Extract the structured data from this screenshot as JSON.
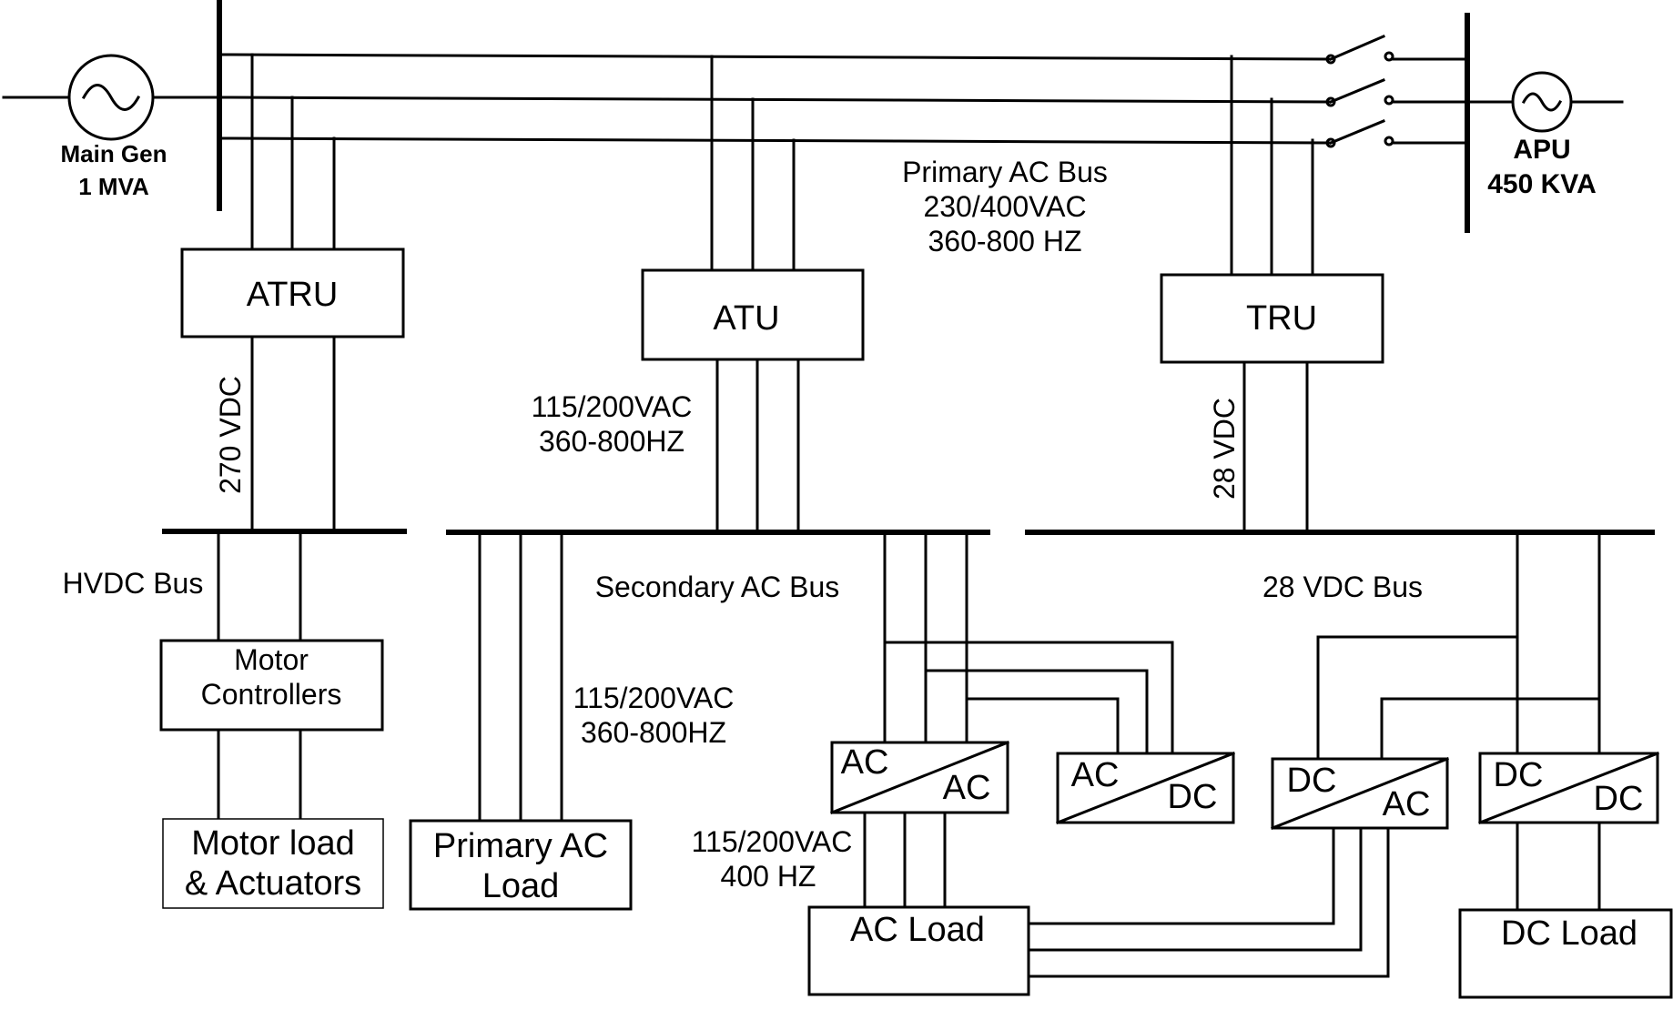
{
  "generators": {
    "main": {
      "name": "Main Gen",
      "rating": "1 MVA"
    },
    "apu": {
      "name": "APU",
      "rating": "450 KVA"
    }
  },
  "primary_bus": {
    "title": "Primary AC Bus",
    "voltage": "230/400VAC",
    "frequency": "360-800 HZ"
  },
  "converters": {
    "atru": "ATRU",
    "atu": "ATU",
    "tru": "TRU",
    "ac_ac": {
      "in": "AC",
      "out": "AC"
    },
    "ac_dc": {
      "in": "AC",
      "out": "DC"
    },
    "dc_ac": {
      "in": "DC",
      "out": "AC"
    },
    "dc_dc": {
      "in": "DC",
      "out": "DC"
    }
  },
  "links": {
    "atru_out": "270 VDC",
    "atu_out_v": "115/200VAC",
    "atu_out_f": "360-800HZ",
    "tru_out": "28 VDC",
    "secondary_to_primary_load_v": "115/200VAC",
    "secondary_to_primary_load_f": "360-800HZ",
    "acac_out_v": "115/200VAC",
    "acac_out_f": "400 HZ"
  },
  "buses": {
    "hvdc": "HVDC Bus",
    "secondary_ac": "Secondary AC Bus",
    "dc28": "28 VDC Bus"
  },
  "motor_controllers": {
    "line1": "Motor",
    "line2": "Controllers"
  },
  "loads": {
    "motor": {
      "line1": "Motor load",
      "line2": "& Actuators"
    },
    "primary_ac": {
      "line1": "Primary AC",
      "line2": "Load"
    },
    "ac": "AC Load",
    "dc": "DC Load"
  }
}
